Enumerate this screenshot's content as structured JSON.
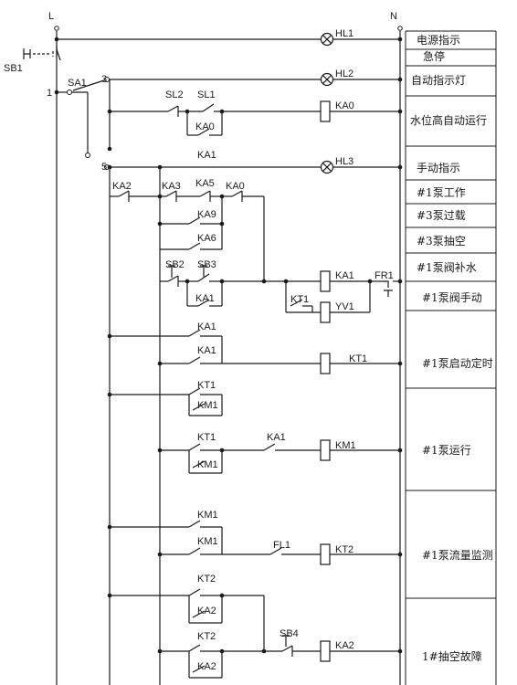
{
  "rails": {
    "left": "L",
    "right": "N"
  },
  "switches": {
    "sb1": "SB1",
    "sa1": "SA1",
    "sa1_pos1": "1",
    "sa1_pos3": "3",
    "sa1_pos5": "5",
    "sl2": "SL2",
    "sl1": "SL1",
    "sb2": "SB2",
    "sb3": "SB3",
    "sb4": "SB4",
    "fr1": "FR1",
    "fl1": "FL1"
  },
  "contacts": {
    "ka0_hold": "KA0",
    "ka1_r3": "KA1",
    "ka2": "KA2",
    "ka3": "KA3",
    "ka5": "KA5",
    "ka0_r5": "KA0",
    "ka9": "KA9",
    "ka6": "KA6",
    "ka1_hold": "KA1",
    "kt1_r9": "KT1",
    "ka1_r10a": "KA1",
    "ka1_r10b": "KA1",
    "kt1_r11": "KT1",
    "km1_r11": "KM1",
    "kt1_r12": "KT1",
    "km1_r12": "KM1",
    "ka1_r12": "KA1",
    "km1_r13a": "KM1",
    "km1_r13b": "KM1",
    "kt2_r14": "KT2",
    "ka2_r14": "KA2",
    "kt2_r15": "KT2",
    "ka2_r15": "KA2"
  },
  "coils": {
    "hl1": "HL1",
    "hl2": "HL2",
    "hl3": "HL3",
    "ka0": "KA0",
    "ka1": "KA1",
    "yv1": "YV1",
    "kt1": "KT1",
    "km1": "KM1",
    "kt2": "KT2",
    "ka2": "KA2"
  },
  "descriptions": [
    "电源指示",
    "急停",
    "自动指示灯",
    "水位高自动运行",
    "手动指示",
    "#1泵工作",
    "#3泵过载",
    "#3泵抽空",
    "#1泵阀补水",
    "#1泵阀手动",
    "#1泵启动定时",
    "#1泵运行",
    "#1泵流量监测",
    "1#抽空故障"
  ]
}
